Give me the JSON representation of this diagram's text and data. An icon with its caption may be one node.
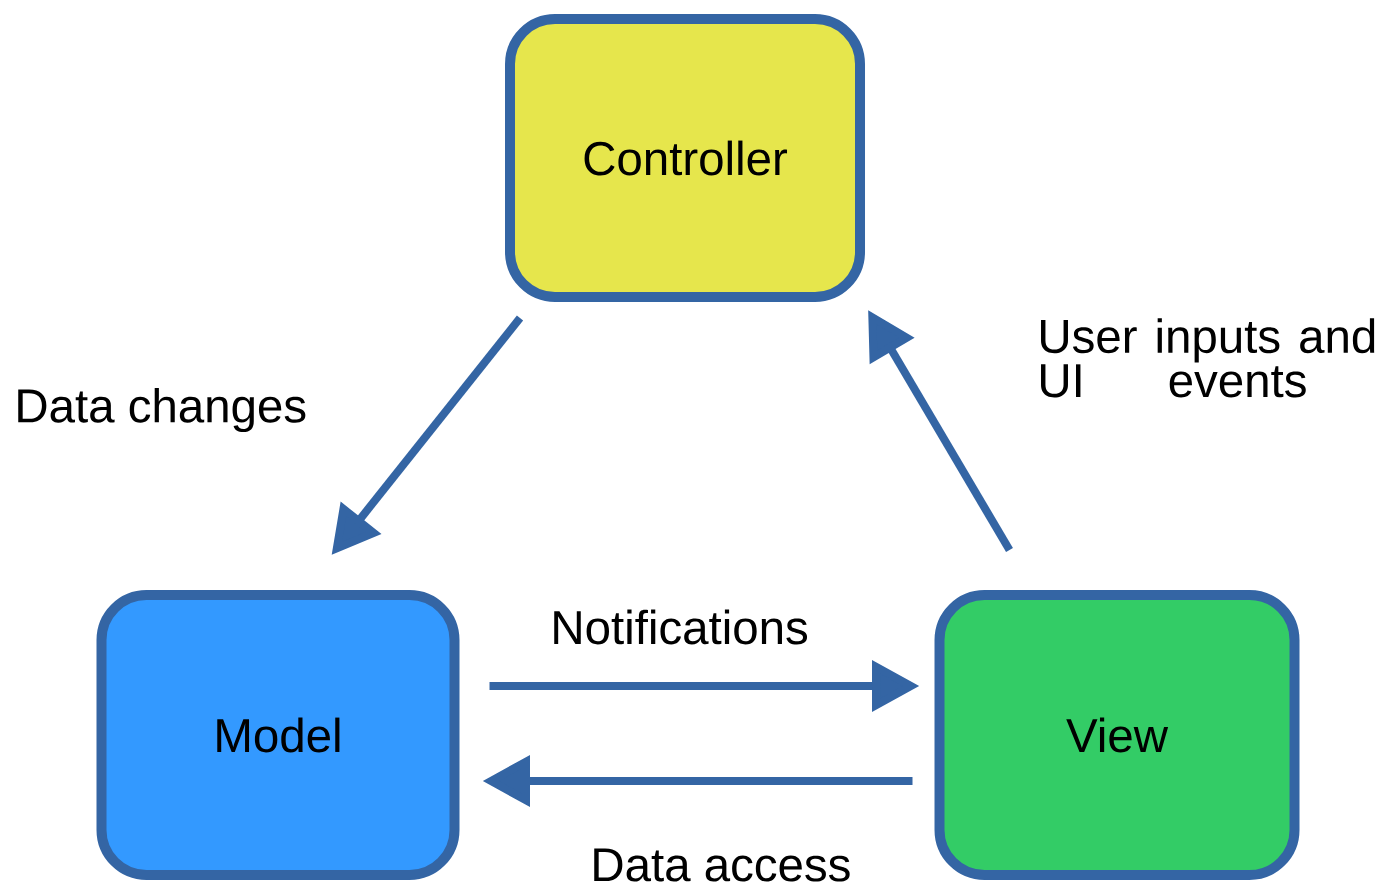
{
  "diagram": {
    "nodes": [
      {
        "text": [
          "Controller"
        ]
      },
      {
        "text": [
          "Model"
        ]
      },
      {
        "text": [
          "View"
        ]
      }
    ],
    "edges": [
      {
        "from": 0,
        "to": 1,
        "arrow": "to",
        "label": "Data changes"
      },
      {
        "from": 2,
        "to": 0,
        "arrow": "to",
        "label": "User inputs and UI events"
      },
      {
        "from": 1,
        "to": 2,
        "arrow": "to",
        "label": "Notifications"
      },
      {
        "from": 2,
        "to": 1,
        "arrow": "to",
        "label": "Data access"
      }
    ]
  }
}
